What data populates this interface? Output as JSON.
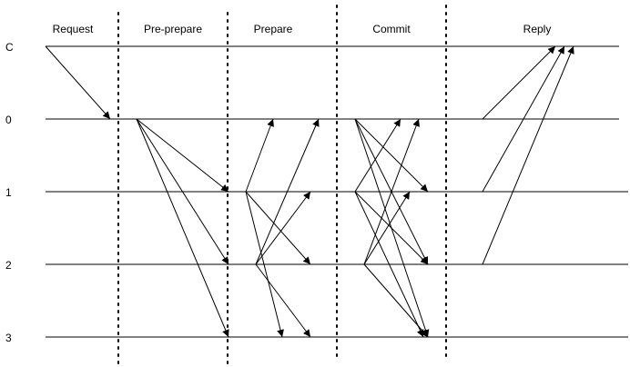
{
  "phases": [
    "Request",
    "Pre-prepare",
    "Prepare",
    "Commit",
    "Reply"
  ],
  "nodes": [
    "C",
    "0",
    "1",
    "2",
    "3"
  ],
  "colors": {
    "line": "#000000",
    "divider": "#000000",
    "background": "#ffffff"
  }
}
